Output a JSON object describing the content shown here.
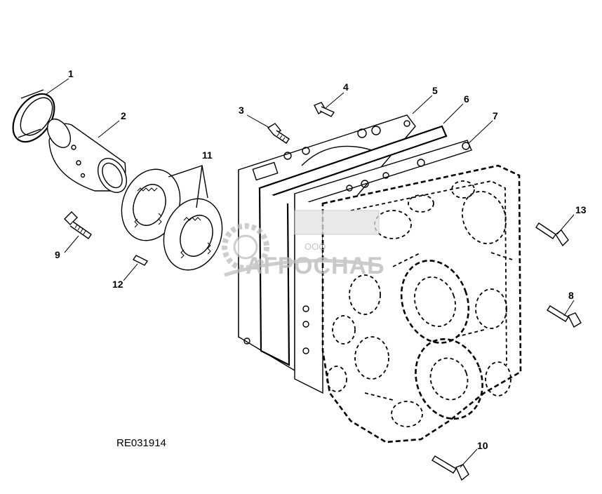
{
  "diagram": {
    "reference_code": "RE031914",
    "callouts": [
      {
        "id": "1",
        "label": "1"
      },
      {
        "id": "2",
        "label": "2"
      },
      {
        "id": "3",
        "label": "3"
      },
      {
        "id": "4",
        "label": "4"
      },
      {
        "id": "5",
        "label": "5"
      },
      {
        "id": "6",
        "label": "6"
      },
      {
        "id": "7",
        "label": "7"
      },
      {
        "id": "8",
        "label": "8"
      },
      {
        "id": "9",
        "label": "9"
      },
      {
        "id": "10",
        "label": "10"
      },
      {
        "id": "11",
        "label": "11"
      },
      {
        "id": "12",
        "label": "12"
      },
      {
        "id": "13",
        "label": "13"
      }
    ]
  },
  "watermark": {
    "company_form": "ООО",
    "brand": "АГРОСНАБ"
  }
}
